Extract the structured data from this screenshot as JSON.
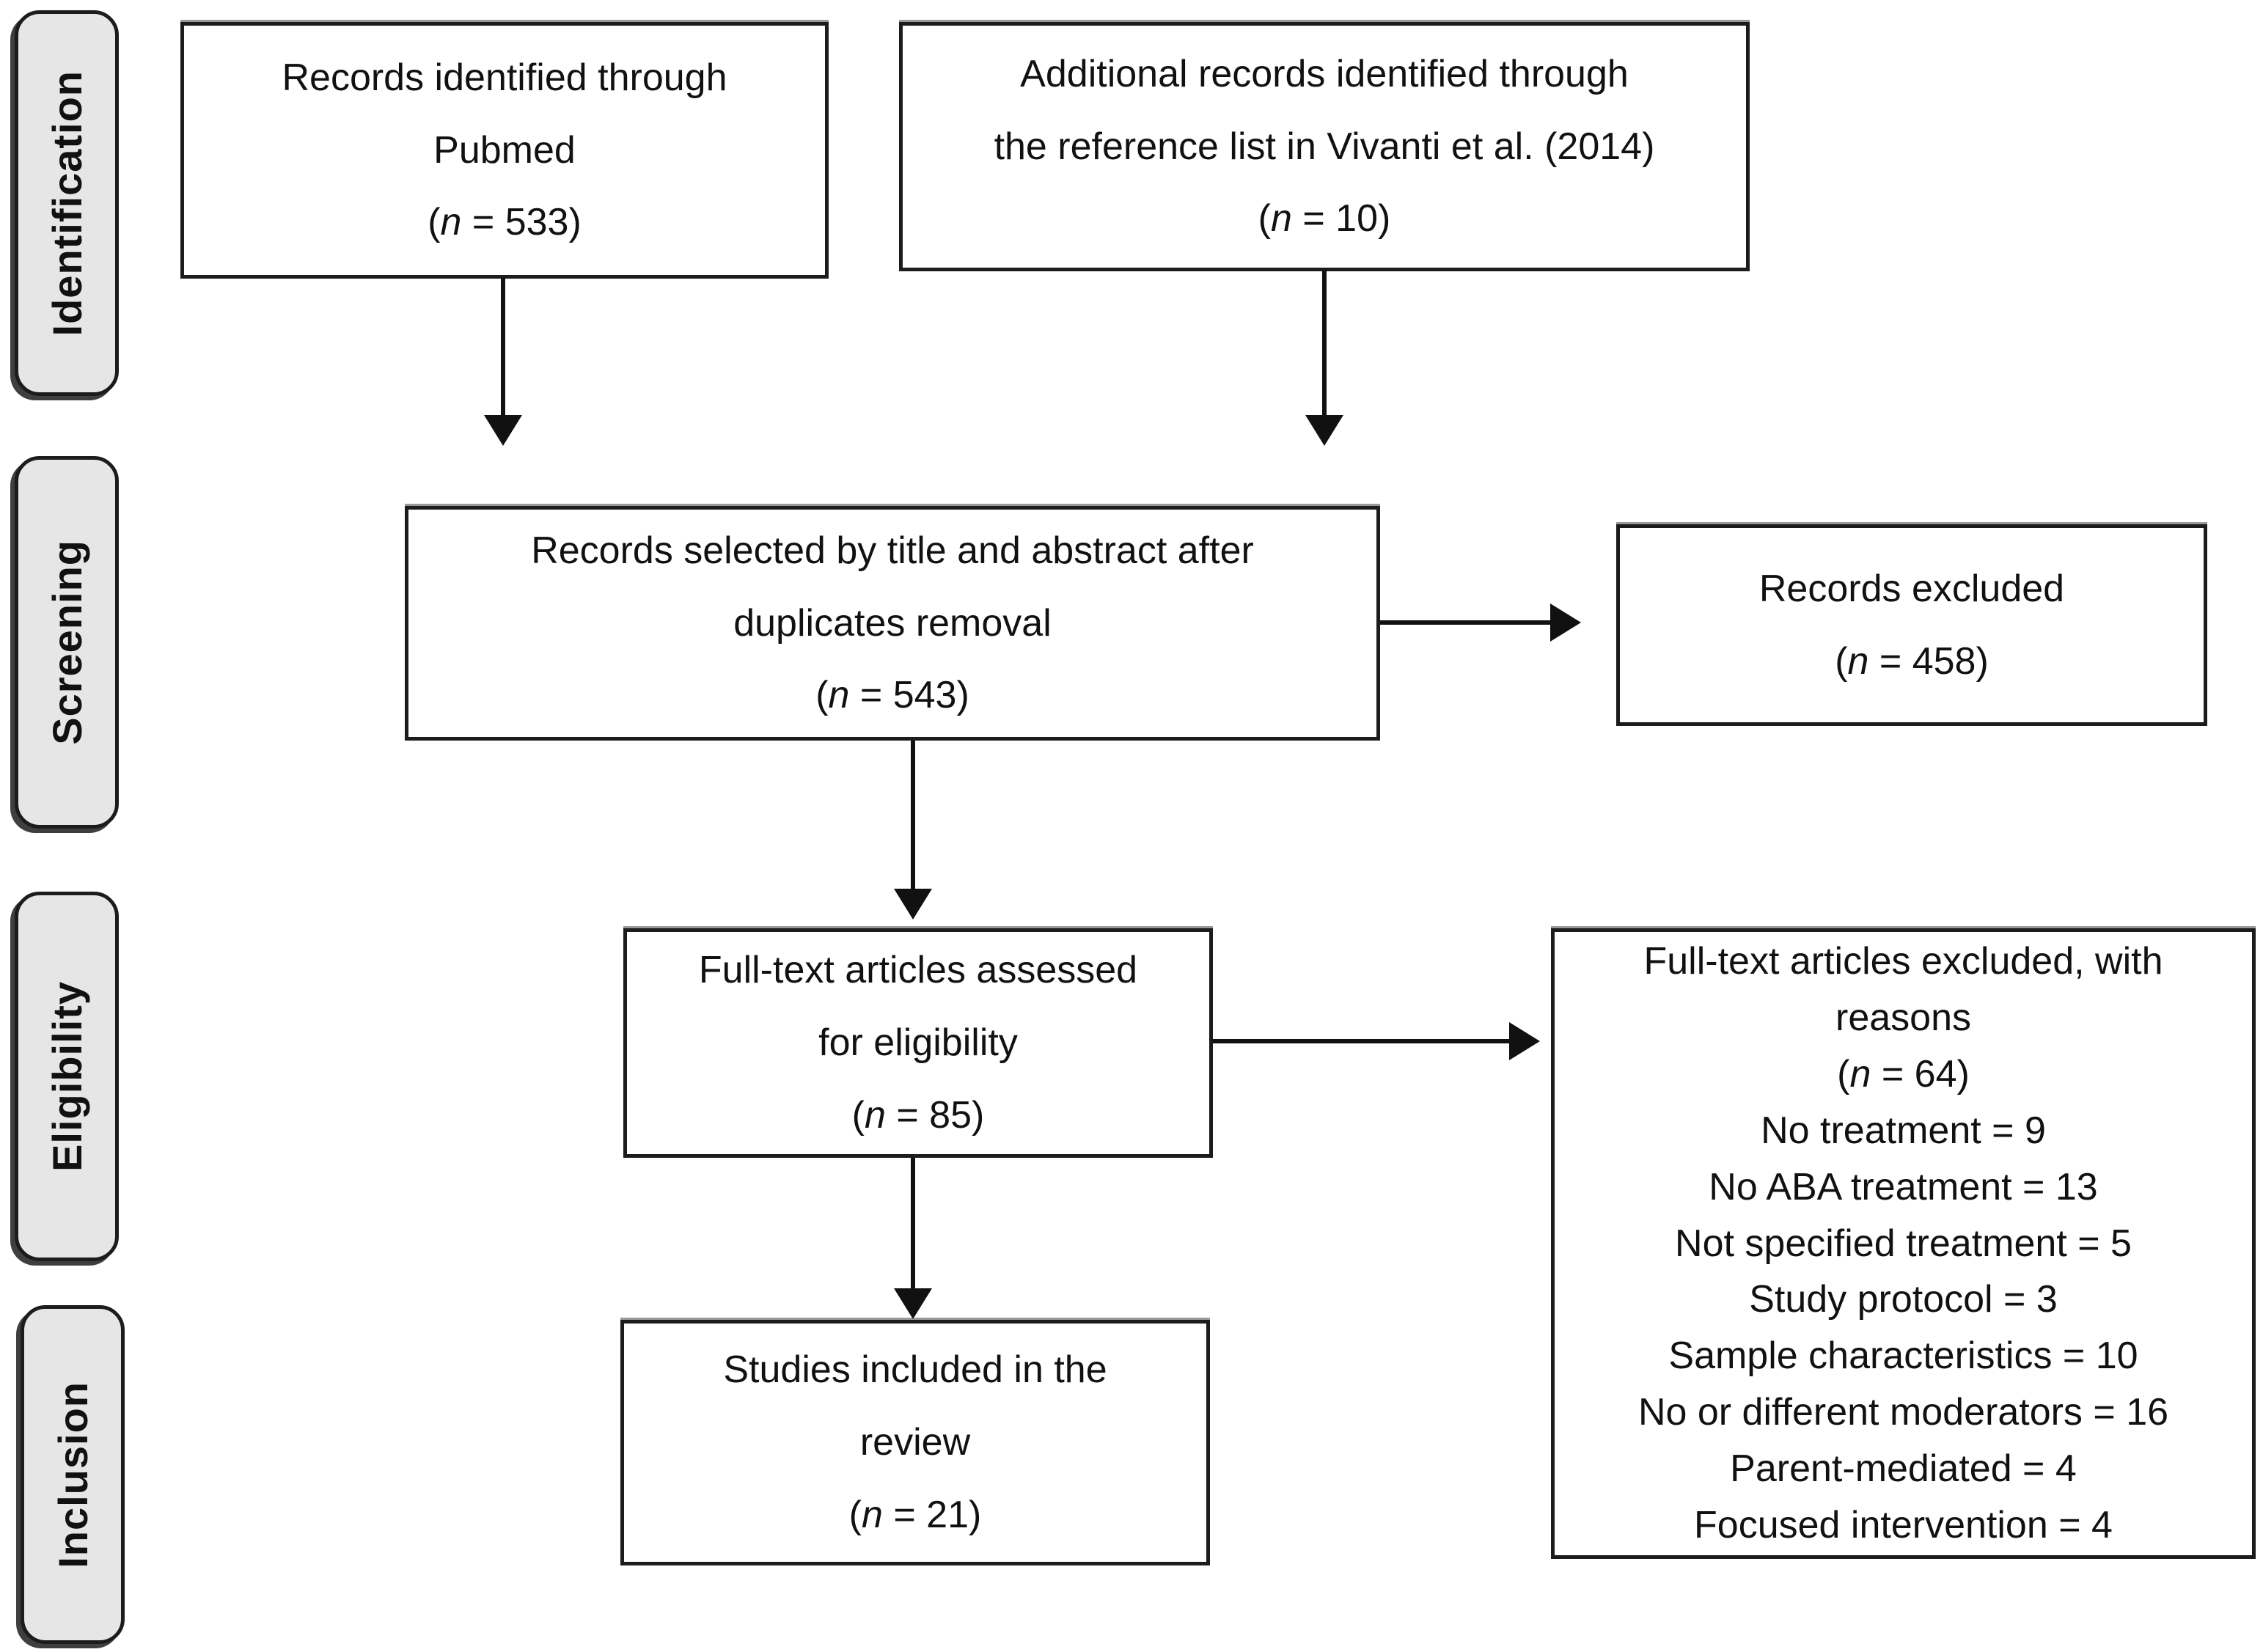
{
  "theme": {
    "page-bg": "#ffffff",
    "stage-fill": "#e6e6e6",
    "border-color": "#1c1c1c",
    "text-color": "#111111",
    "arrow-color": "#111111"
  },
  "diagram": {
    "stages": [
      {
        "label": "Identification"
      },
      {
        "label": "Screening"
      },
      {
        "label": "Eligibility"
      },
      {
        "label": "Inclusion"
      }
    ],
    "boxes": {
      "pubmed": {
        "lines": [
          "Records identified through",
          "Pubmed"
        ],
        "count": "(n = 533)"
      },
      "additional": {
        "lines": [
          "Additional records identified through",
          "the reference list in Vivanti et al. (2014)"
        ],
        "count": "(n = 10)"
      },
      "selected": {
        "lines": [
          "Records selected by title and abstract after",
          "duplicates removal"
        ],
        "count": "(n = 543)"
      },
      "excluded": {
        "lines": [
          "Records excluded"
        ],
        "count": "(n = 458)"
      },
      "fulltext": {
        "lines": [
          "Full-text articles assessed",
          "for eligibility"
        ],
        "count": "(n = 85)"
      },
      "reasons": {
        "lines": [
          "Full-text articles excluded, with",
          "reasons"
        ],
        "count": "(n = 64)",
        "items": [
          "No treatment = 9",
          "No ABA treatment = 13",
          "Not specified treatment = 5",
          "Study protocol = 3",
          "Sample characteristics = 10",
          "No or different moderators = 16",
          "Parent-mediated = 4",
          "Focused intervention = 4"
        ]
      },
      "included": {
        "lines": [
          "Studies included in the",
          "review"
        ],
        "count": "(n = 21)"
      }
    }
  }
}
